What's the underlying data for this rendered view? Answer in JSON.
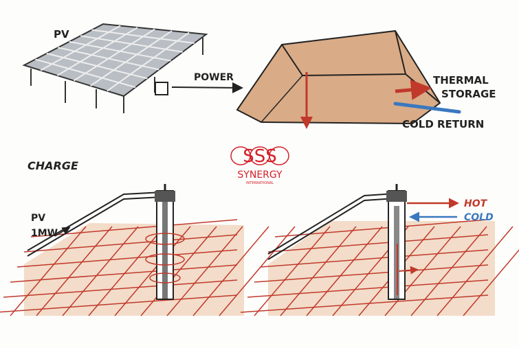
{
  "labels": {
    "pv_top": "PV",
    "power": "POWER",
    "thermal": "THERMAL",
    "storage": "STORAGE",
    "cold_return": "COLD RETURN",
    "charge": "CHARGE",
    "pv_1mw_line1": "PV",
    "pv_1mw_line2": "1MW",
    "hot": "HOT",
    "cold": "COLD"
  },
  "logo": {
    "mark": "SSS",
    "name": "SYNERGY",
    "sub": "INTERNATIONAL"
  },
  "colors": {
    "hot": "#c0392b",
    "cold": "#3a78c0",
    "sand": "#d9ab86",
    "ground": "#f3dcc9",
    "logo": "#d4202a"
  }
}
